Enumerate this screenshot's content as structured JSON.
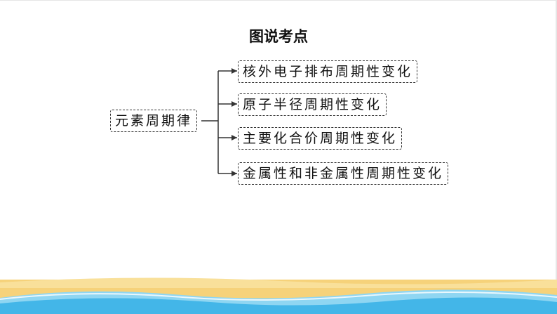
{
  "title": "图说考点",
  "root": {
    "label": "元素周期律"
  },
  "branches": [
    {
      "label": "核外电子排布周期性变化"
    },
    {
      "label": "原子半径周期性变化"
    },
    {
      "label": "主要化合价周期性变化"
    },
    {
      "label": "金属性和非金属性周期性变化"
    }
  ],
  "colors": {
    "text": "#111111",
    "connector": "#333333",
    "box_border": "#333333",
    "footer_sand": "#f6d27a",
    "footer_water": "#43b6e8"
  }
}
